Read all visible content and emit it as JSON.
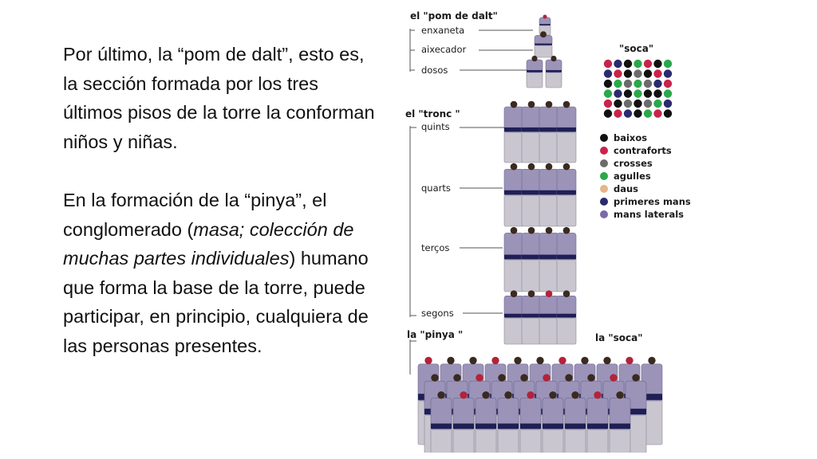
{
  "text": {
    "p1": "Por último, la “pom de dalt”, esto es, la sección formada por los tres últimos pisos de la torre la conforman niños y niñas.",
    "p2_a": "En la formación de la “pinya”, el conglomerado (",
    "p2_italic": "masa; colección de muchas partes individuales",
    "p2_b": ") humano que forma la base de la torre, puede participar, en principio, cualquiera de las personas presentes."
  },
  "figure": {
    "pom_title": "el \"pom de dalt\"",
    "pom_items": [
      "enxaneta",
      "aixecador",
      "dosos"
    ],
    "tronc_title": "el \"tronc \"",
    "tronc_items": [
      "quints",
      "quarts",
      "terços",
      "segons"
    ],
    "pinya_label": "la \"pinya \"",
    "soca_label": "la \"soca\"",
    "soca_box_title": "\"soca\"",
    "legend": [
      {
        "label": "baixos",
        "color": "#111111"
      },
      {
        "label": "contraforts",
        "color": "#c8234a"
      },
      {
        "label": "crosses",
        "color": "#6b6b6b"
      },
      {
        "label": "agulles",
        "color": "#2aa84a"
      },
      {
        "label": "daus",
        "color": "#e8b48a"
      },
      {
        "label": "primeres mans",
        "color": "#2a2a6e"
      },
      {
        "label": "mans laterals",
        "color": "#7b6aa8"
      }
    ]
  }
}
